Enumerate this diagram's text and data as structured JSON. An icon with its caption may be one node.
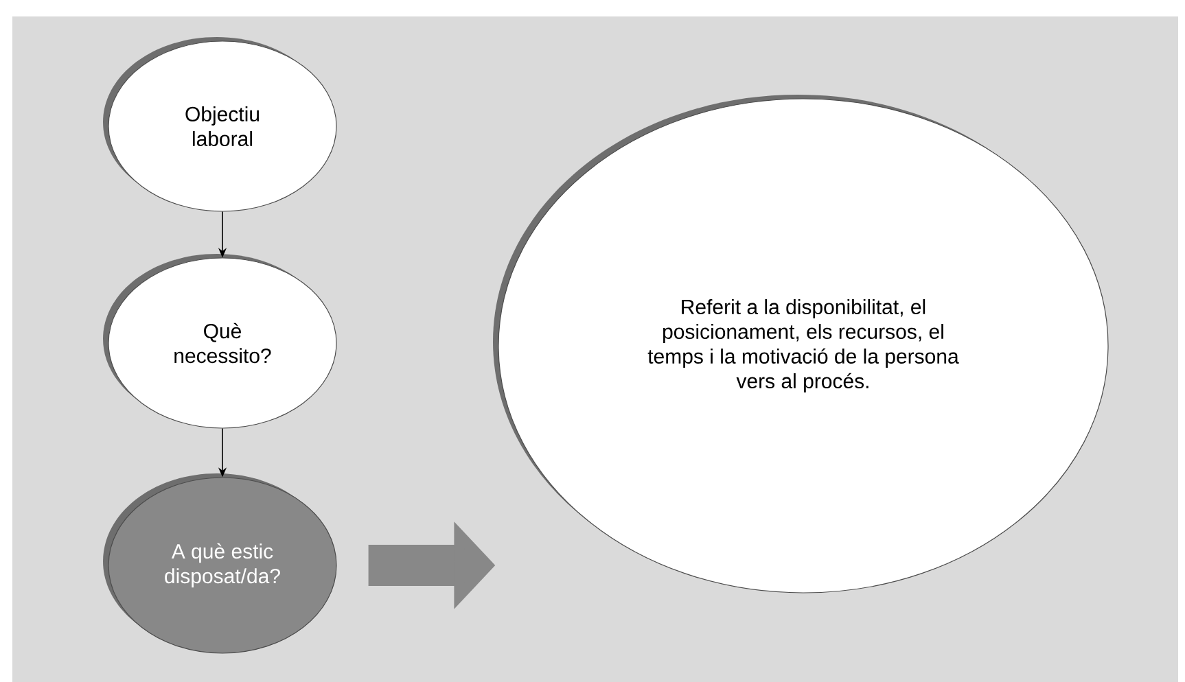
{
  "diagram": {
    "nodes": [
      {
        "text": [
          "Objectiu laboral"
        ]
      },
      {
        "text": [
          "Què necessito?"
        ]
      },
      {
        "text": [
          "A què estic disposat/da?"
        ]
      },
      {
        "text": [
          "Referit a la disponibilitat, el posicionament, els recursos, el temps i la motivació de la persona vers al procés."
        ]
      }
    ],
    "edges": [
      {
        "from": 0,
        "to": 1,
        "arrow": "to"
      },
      {
        "from": 1,
        "to": 2,
        "arrow": "to"
      },
      {
        "from": 2,
        "to": 3,
        "arrow": "to",
        "style": "thick",
        "color": "#888888"
      }
    ]
  }
}
